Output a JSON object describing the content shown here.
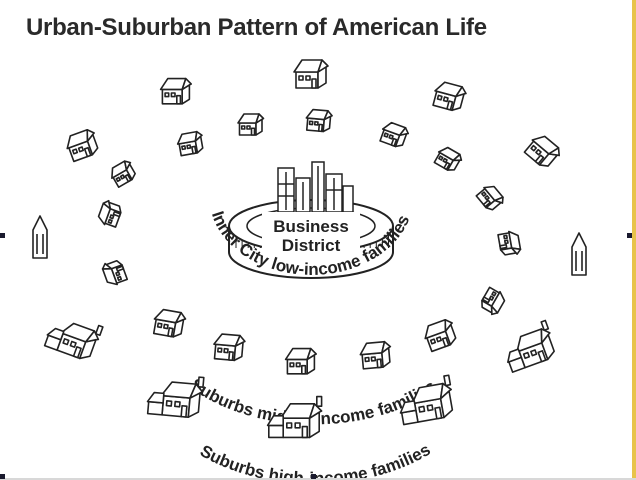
{
  "title": "Urban-Suburban Pattern of American Life",
  "center": {
    "line1": "Business",
    "line2": "District"
  },
  "rings": {
    "inner": "Inner City low-income families",
    "middle": "Suburbs middle-income families",
    "outer": "Suburbs high-income families"
  },
  "icons": {
    "building": "house-icon",
    "city": "skyline-icon"
  },
  "colors": {
    "ink": "#222222",
    "frame_edge": "#e8c34a"
  }
}
